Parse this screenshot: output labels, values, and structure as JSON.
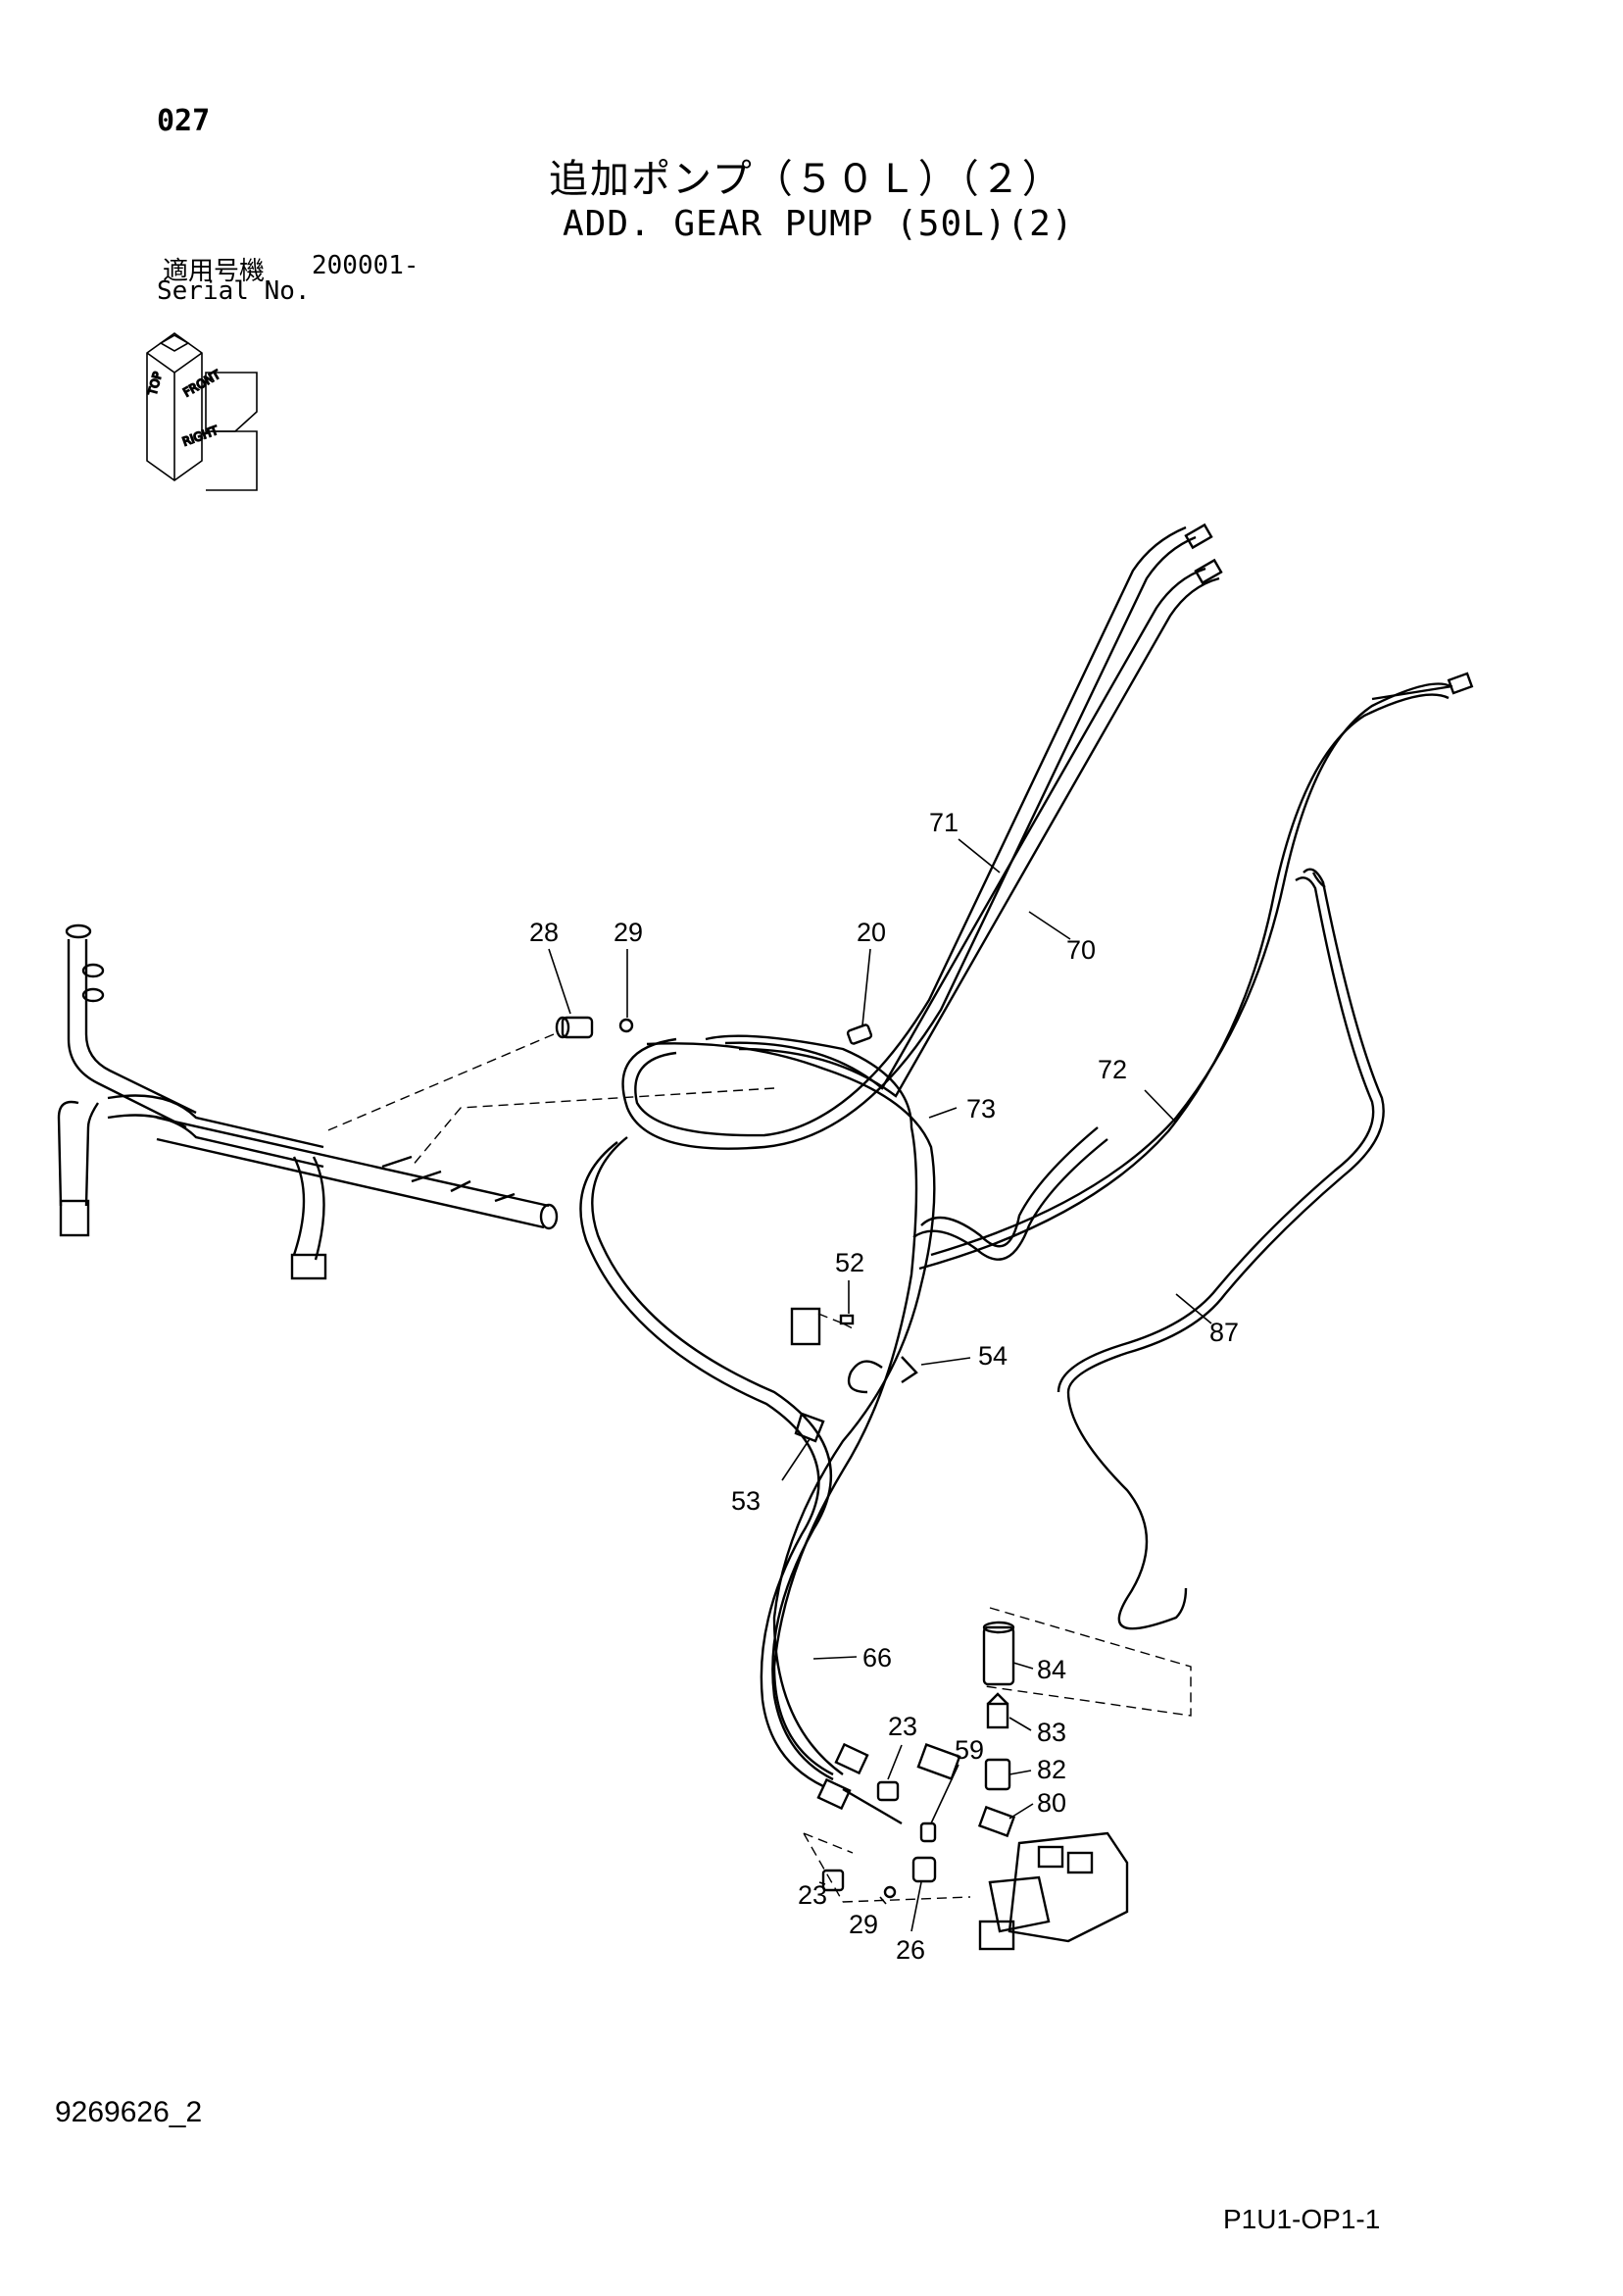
{
  "header": {
    "page_number": "027",
    "title_jp": "追加ポンプ（５０Ｌ）（２）",
    "title_en": "ADD. GEAR PUMP (50L)(2)",
    "serial_label_jp": "適用号機",
    "serial_value": "200001-",
    "serial_label_en": "Serial No."
  },
  "orientation_icon": {
    "name": "orientation-cube-icon",
    "labels": [
      "TOP",
      "FRONT",
      "RIGHT"
    ]
  },
  "callouts": [
    {
      "id": "c71",
      "label": "71"
    },
    {
      "id": "c70",
      "label": "70"
    },
    {
      "id": "c28",
      "label": "28"
    },
    {
      "id": "c29a",
      "label": "29"
    },
    {
      "id": "c20",
      "label": "20"
    },
    {
      "id": "c72",
      "label": "72"
    },
    {
      "id": "c73",
      "label": "73"
    },
    {
      "id": "c52",
      "label": "52"
    },
    {
      "id": "c54",
      "label": "54"
    },
    {
      "id": "c87",
      "label": "87"
    },
    {
      "id": "c53",
      "label": "53"
    },
    {
      "id": "c66",
      "label": "66"
    },
    {
      "id": "c84",
      "label": "84"
    },
    {
      "id": "c23a",
      "label": "23"
    },
    {
      "id": "c83",
      "label": "83"
    },
    {
      "id": "c59",
      "label": "59"
    },
    {
      "id": "c82",
      "label": "82"
    },
    {
      "id": "c80",
      "label": "80"
    },
    {
      "id": "c23b",
      "label": "23"
    },
    {
      "id": "c29b",
      "label": "29"
    },
    {
      "id": "c26",
      "label": "26"
    }
  ],
  "footer": {
    "doc_code": "9269626_2",
    "page_code": "P1U1-OP1-1"
  }
}
